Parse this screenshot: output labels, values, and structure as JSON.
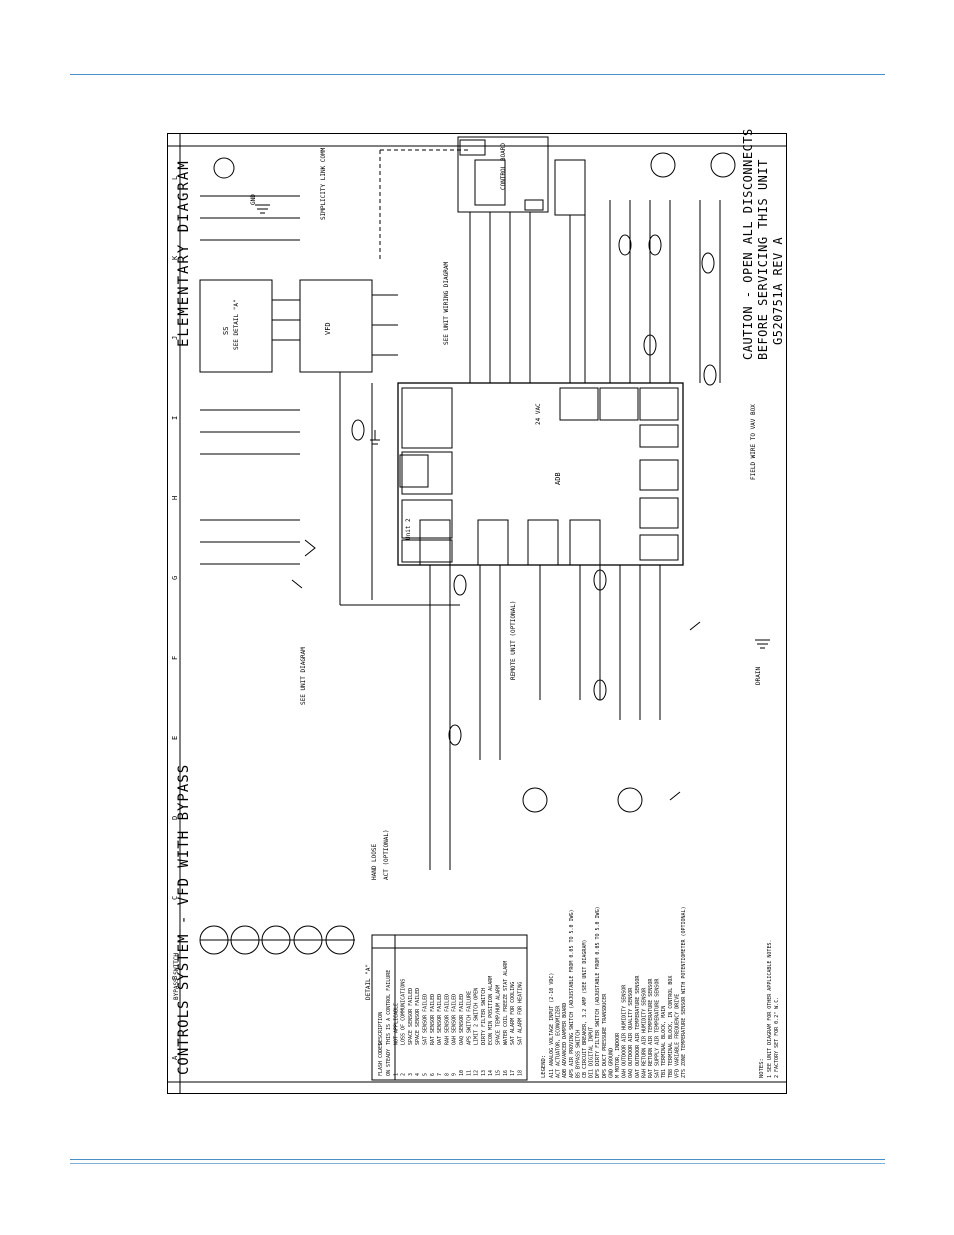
{
  "title": "CONTROLS SYSTEM - VFD WITH BYPASS",
  "header_right": "ELEMENTARY DIAGRAM",
  "caution_line1": "CAUTION - OPEN ALL DISCONNECTS",
  "caution_line2": "BEFORE SERVICING THIS UNIT",
  "part_number": "G520751A  REV A",
  "zone_letters": [
    "A",
    "B",
    "C",
    "D",
    "E",
    "F",
    "G",
    "H",
    "I",
    "J",
    "K",
    "L"
  ],
  "blocks": {
    "bypass_switch": "BYPASS SWITCH",
    "detail_a": "DETAIL \"A\"",
    "vfd": "VFD",
    "ss": "SS",
    "see_detail_a": "SEE DETAIL \"A\"",
    "control_board": "CONTROL BOARD",
    "simplicity_link": "SIMPLICITY LINK COMM",
    "adb": "ADB",
    "drain": "DRAIN",
    "field_wire": "FIELD WIRE TO VAV BOX",
    "see_unit_diagram": "SEE UNIT DIAGRAM",
    "see_unit_wiring": "SEE UNIT WIRING DIAGRAM",
    "hand_loose": "HAND LOOSE",
    "act_optional": "ACT (OPTIONAL)",
    "remote_unit": "REMOTE UNIT (OPTIONAL)",
    "vac_24": "24 VAC",
    "unit2": "Unit 2",
    "gnd": "GND"
  },
  "flash_table": {
    "headers": [
      "FLASH CODES",
      "DESCRIPTION"
    ],
    "rows": [
      [
        "ON STEADY",
        "THIS IS A CONTROL FAILURE"
      ],
      [
        "1",
        "NOT APPLICABLE"
      ],
      [
        "2",
        "LOSS OF COMMUNICATIONS"
      ],
      [
        "3",
        "SPACE SENSOR FAILED"
      ],
      [
        "4",
        "SPACE SENSOR FAILED"
      ],
      [
        "5",
        "SAT SENSOR FAILED"
      ],
      [
        "6",
        "RAT SENSOR FAILED"
      ],
      [
        "7",
        "OAT SENSOR FAILED"
      ],
      [
        "8",
        "RAH SENSOR FAILED"
      ],
      [
        "9",
        "OAH SENSOR FAILED"
      ],
      [
        "10",
        "OAQ SENSOR FAILED"
      ],
      [
        "11",
        "APS SWITCH FAILURE"
      ],
      [
        "12",
        "LIMIT 2 SWITCH OPEN"
      ],
      [
        "13",
        "DIRTY FILTER SWITCH"
      ],
      [
        "14",
        "ECON MIN POSITION ALARM"
      ],
      [
        "15",
        "SPACE TEMP/HUM ALARM"
      ],
      [
        "16",
        "WATER COIL FREEZE STAT ALARM"
      ],
      [
        "17",
        "SAT ALARM FOR COOLING"
      ],
      [
        "18",
        "SAT ALARM FOR HEATING"
      ]
    ]
  },
  "legend": {
    "title": "LEGEND:",
    "items": [
      "A11  ANALOG VOLTAGE INPUT (2-10 VDC)",
      "ACT  ACTUATOR, ECONOMIZER",
      "ADB  ADVANCED DAMPER BOARD",
      "APS  AIR PROVING SWITCH (ADJUSTABLE FROM 0.05 TO 5.0 IWG)",
      "BS   BYPASS SWITCH",
      "CB   CIRCUIT BREAKER, 3.2 AMP (SEE UNIT DIAGRAM)",
      "DI1  DIGITAL INPUT",
      "DFS  DIRTY FILTER SWITCH (ADJUSTABLE FROM 0.05 TO 5.0 IWG)",
      "DPS  DUCT PRESSURE TRANSDUCER",
      "GND  GROUND",
      "M    MOTOR, INDOOR",
      "OAH  OUTDOOR AIR HUMIDITY SENSOR",
      "OAQ  OUTDOOR AIR QUALITY SENSOR",
      "OAT  OUTDOOR AIR TEMPERATURE SENSOR",
      "RAH  RETURN AIR HUMIDITY SENSOR",
      "RAT  RETURN AIR TEMPERATURE SENSOR",
      "SAT  SUPPLY AIR TEMPERATURE SENSOR",
      "TB1  TERMINAL BLOCK, MAIN",
      "TB8  TERMINAL BLOCK, IN CONTROL BOX",
      "VFD  VARIABLE FREQUENCY DRIVE",
      "ZTS  ZONE TEMPERATURE SENSOR WITH POTENTIOMETER (OPTIONAL)"
    ]
  },
  "notes": {
    "title": "NOTES:",
    "items": [
      "1  SEE UNIT DIAGRAM FOR OTHER APPLICABLE NOTES.",
      "2  FACTORY SET FOR 0.2\" W.C."
    ]
  }
}
